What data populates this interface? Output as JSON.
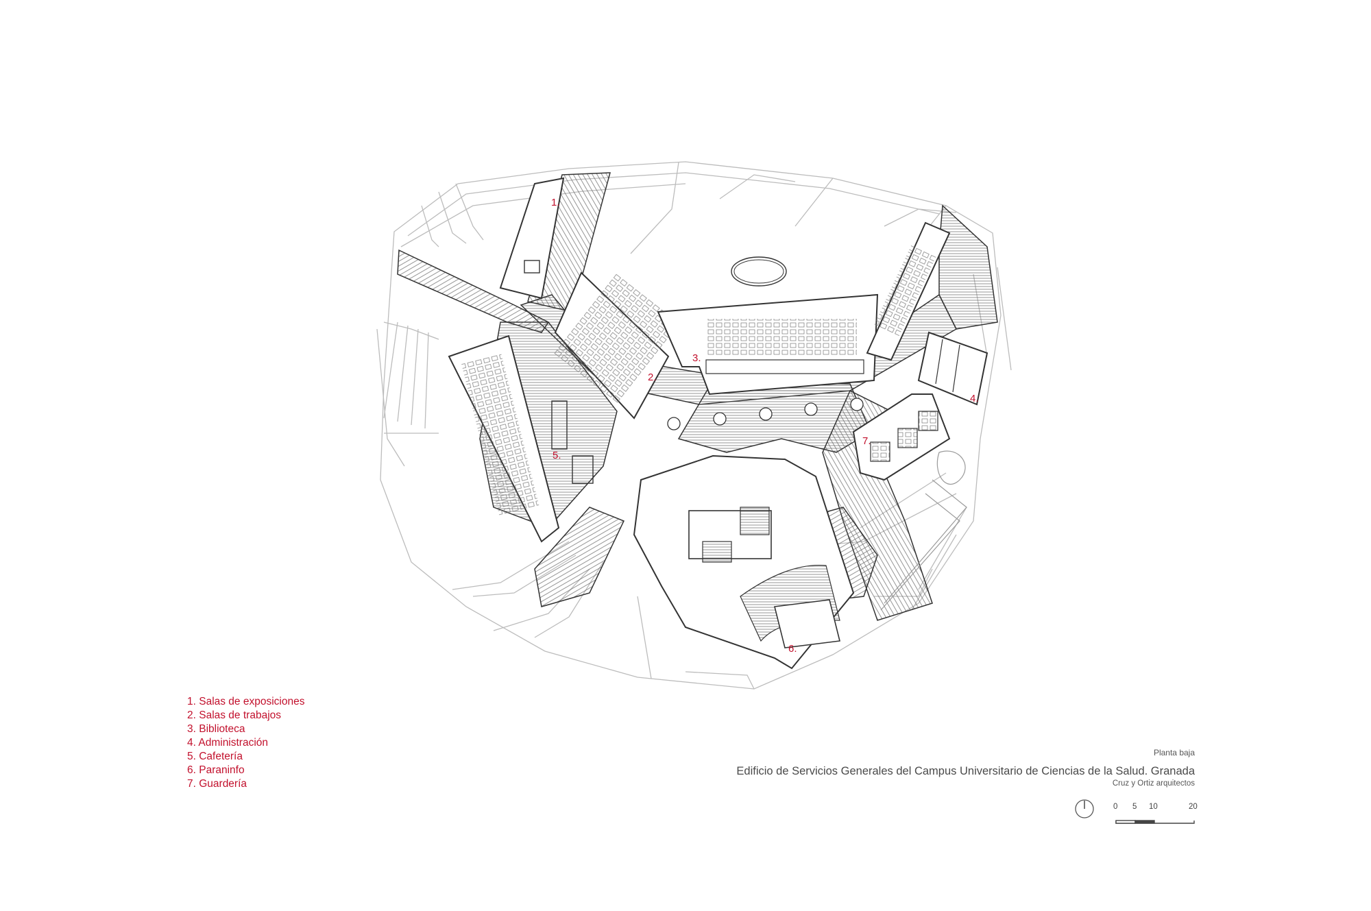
{
  "legend": {
    "items": [
      {
        "number": "1.",
        "text": "1. Salas de exposiciones"
      },
      {
        "number": "2.",
        "text": "2. Salas de trabajos"
      },
      {
        "number": "3.",
        "text": "3. Biblioteca"
      },
      {
        "number": "4.",
        "text": "4. Administración"
      },
      {
        "number": "5.",
        "text": "5. Cafetería"
      },
      {
        "number": "6.",
        "text": "6. Paraninfo"
      },
      {
        "number": "7.",
        "text": "7. Guardería"
      }
    ]
  },
  "caption": {
    "sheet": "Planta baja",
    "title": "Edificio de Servicios Generales del Campus Universitario de Ciencias de la Salud. Granada",
    "author": "Cruz y Ortiz arquitectos"
  },
  "scale_bar": {
    "labels": [
      "0",
      "5",
      "10",
      "20"
    ]
  },
  "colors": {
    "accent": "#c2102c",
    "line": "#333333",
    "light_line": "#b5b5b5"
  },
  "icons": [
    "north-arrow-icon"
  ]
}
